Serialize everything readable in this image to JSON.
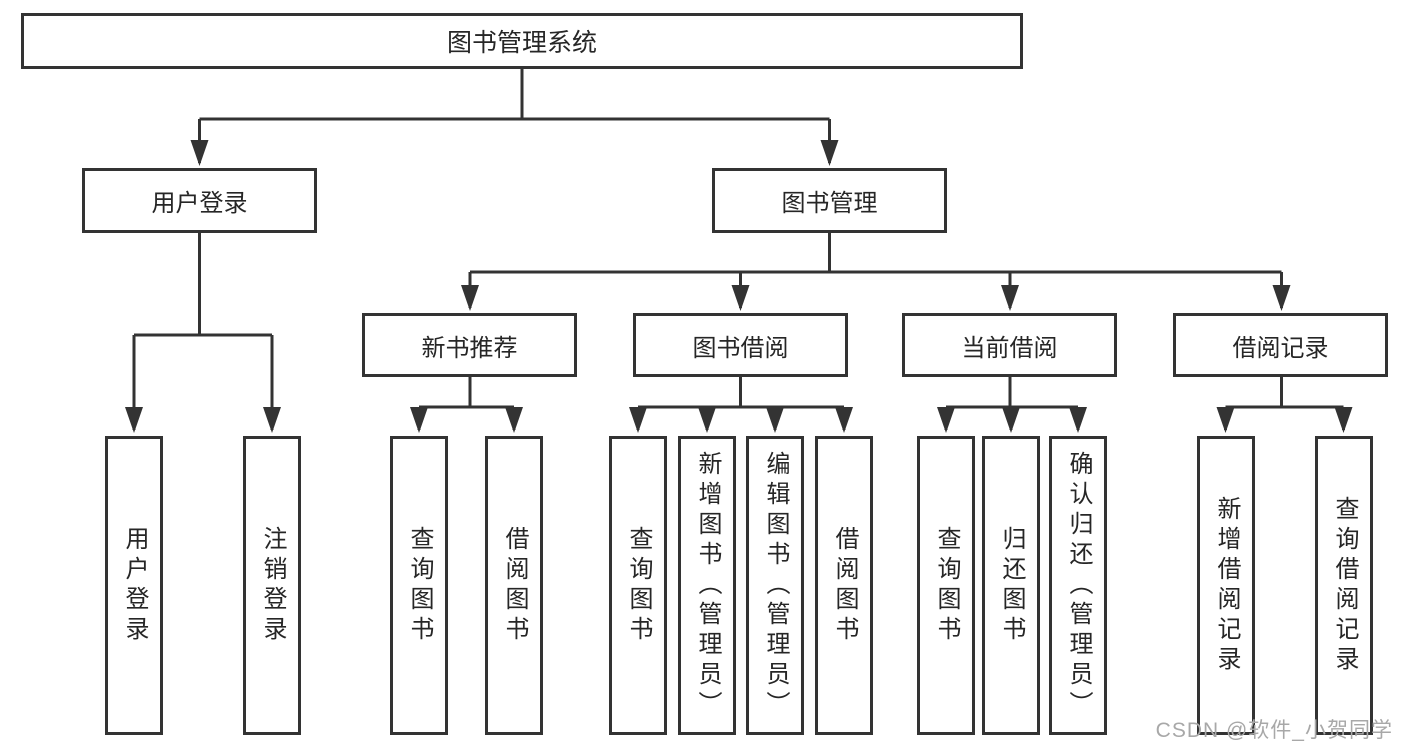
{
  "diagram": {
    "type": "hierarchy-tree",
    "tree": {
      "root": {
        "label": "图书管理系统",
        "children": [
          {
            "label": "用户登录",
            "children": [
              {
                "label": "用户登录"
              },
              {
                "label": "注销登录"
              }
            ]
          },
          {
            "label": "图书管理",
            "children": [
              {
                "label": "新书推荐",
                "children": [
                  {
                    "label": "查询图书"
                  },
                  {
                    "label": "借阅图书"
                  }
                ]
              },
              {
                "label": "图书借阅",
                "children": [
                  {
                    "label": "查询图书"
                  },
                  {
                    "label": "新增图书（管理员）"
                  },
                  {
                    "label": "编辑图书（管理员）"
                  },
                  {
                    "label": "借阅图书"
                  }
                ]
              },
              {
                "label": "当前借阅",
                "children": [
                  {
                    "label": "查询图书"
                  },
                  {
                    "label": "归还图书"
                  },
                  {
                    "label": "确认归还（管理员）"
                  }
                ]
              },
              {
                "label": "借阅记录",
                "children": [
                  {
                    "label": "新增借阅记录"
                  },
                  {
                    "label": "查询借阅记录"
                  }
                ]
              }
            ]
          }
        ]
      }
    },
    "colors": {
      "line": "#333333",
      "box_border": "#333333",
      "text": "#262626",
      "background": "#ffffff",
      "watermark": "#a8a8a8"
    }
  },
  "watermark": {
    "text": "CSDN @软件_小贺同学"
  }
}
